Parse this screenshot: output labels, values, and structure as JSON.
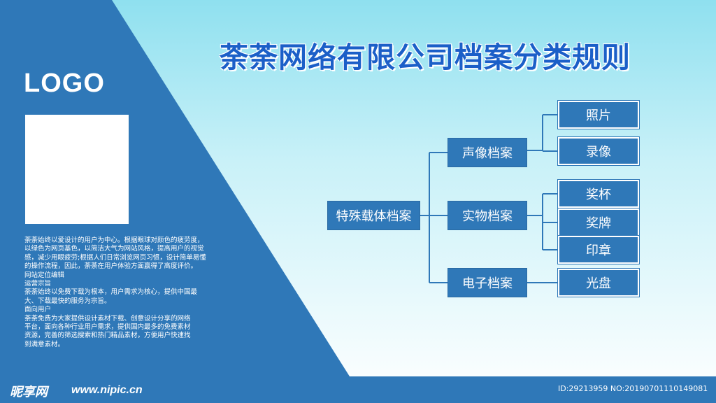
{
  "title": "荼荼网络有限公司档案分类规则",
  "logo": "LOGO",
  "description": [
    "荼荼始终以爱设计的用户为中心。根据眼球对颜色的疲劳度，",
    "以绿色为网页基色，以简洁大气为网站风格，提高用户的视觉",
    "感，减少用眼疲劳;根据人们日常浏览网页习惯，设计简单易懂",
    "的操作流程，因此，荼荼在用户体验方面赢得了高度评价。",
    "网站定位编辑",
    "运营宗旨",
    "荼荼始终以免费下载为根本，用户需求为核心，提供中国最",
    "大、下载最快的服务为宗旨。",
    "面向用户",
    "荼荼免费为大家提供设计素材下载、创意设计分享的网络",
    "平台，面向各种行业用户需求，提供国内最多的免费素材",
    "资源，完善的筛选搜索和热门精品素材，方便用户快速找",
    "到满意素材。"
  ],
  "diagram": {
    "root": "特殊载体档案",
    "branches": [
      {
        "label": "声像档案",
        "children": [
          "照片",
          "录像"
        ]
      },
      {
        "label": "实物档案",
        "children": [
          "奖杯",
          "奖牌",
          "印章"
        ]
      },
      {
        "label": "电子档案",
        "children": [
          "光盘"
        ]
      }
    ]
  },
  "colors": {
    "primary": "#2f78b8",
    "title": "#1b5fc8",
    "background_top": "#8fe0ef"
  },
  "watermark": {
    "site": "昵享网",
    "url": "www.nipic.cn",
    "id": "ID:29213959 NO:20190701110149081"
  }
}
